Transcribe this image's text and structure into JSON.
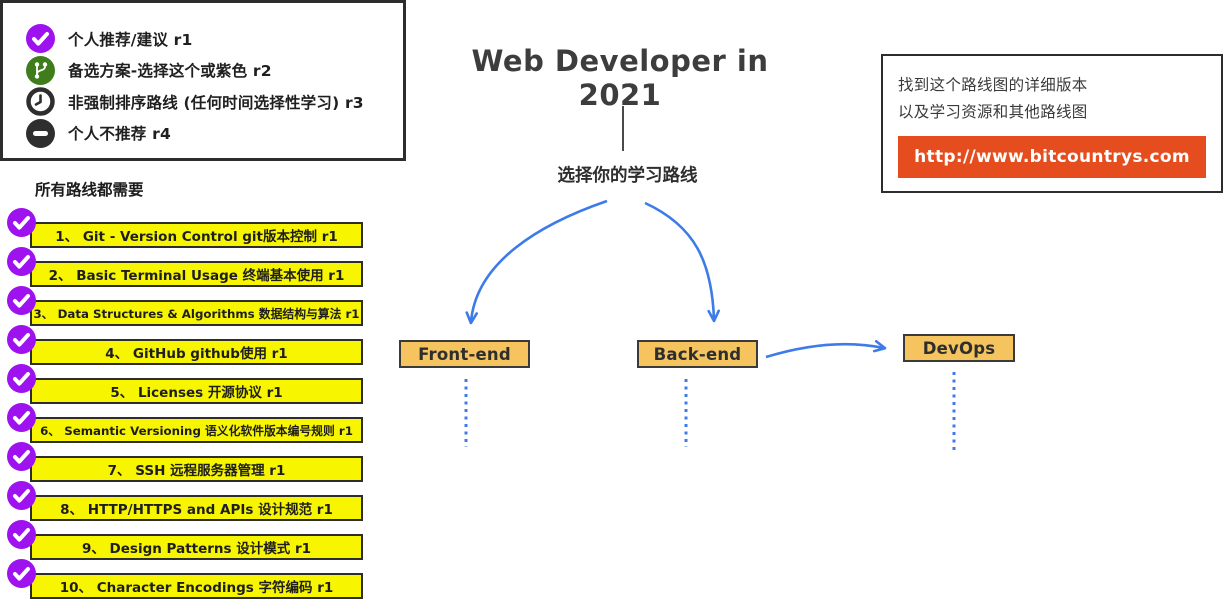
{
  "legend": {
    "items": [
      {
        "icon": "check-circle-icon",
        "label": "个人推荐/建议 r1"
      },
      {
        "icon": "git-branch-icon",
        "label": "备选方案-选择这个或紫色 r2"
      },
      {
        "icon": "clock-icon",
        "label": "非强制排序路线 (任何时间选择性学习) r3"
      },
      {
        "icon": "minus-icon",
        "label": "个人不推荐 r4"
      }
    ]
  },
  "header": {
    "title": "Web Developer in 2021",
    "subtitle": "选择你的学习路线"
  },
  "info_box": {
    "line1": "找到这个路线图的详细版本",
    "line2": "以及学习资源和其他路线图",
    "url": "http://www.bitcountrys.com"
  },
  "common_list": {
    "heading": "所有路线都需要",
    "items": [
      "1、 Git - Version Control git版本控制 r1",
      "2、 Basic Terminal Usage 终端基本使用 r1",
      "3、 Data Structures & Algorithms 数据结构与算法 r1",
      "4、 GitHub github使用 r1",
      "5、 Licenses 开源协议 r1",
      "6、 Semantic Versioning 语义化软件版本编号规则 r1",
      "7、 SSH 远程服务器管理 r1",
      "8、 HTTP/HTTPS and APIs 设计规范 r1",
      "9、 Design Patterns 设计模式 r1",
      "10、 Character Encodings 字符编码 r1"
    ]
  },
  "nodes": {
    "front_end": "Front-end",
    "back_end": "Back-end",
    "devops": "DevOps"
  },
  "colors": {
    "recommended_purple": "#9E12F0",
    "alternative_green": "#3F7D1C",
    "neutral_dark": "#2E2E2E",
    "list_yellow": "#F7F500",
    "node_amber": "#F5C45E",
    "url_orange": "#E64D1E",
    "arrow_blue": "#3D7CE8"
  }
}
